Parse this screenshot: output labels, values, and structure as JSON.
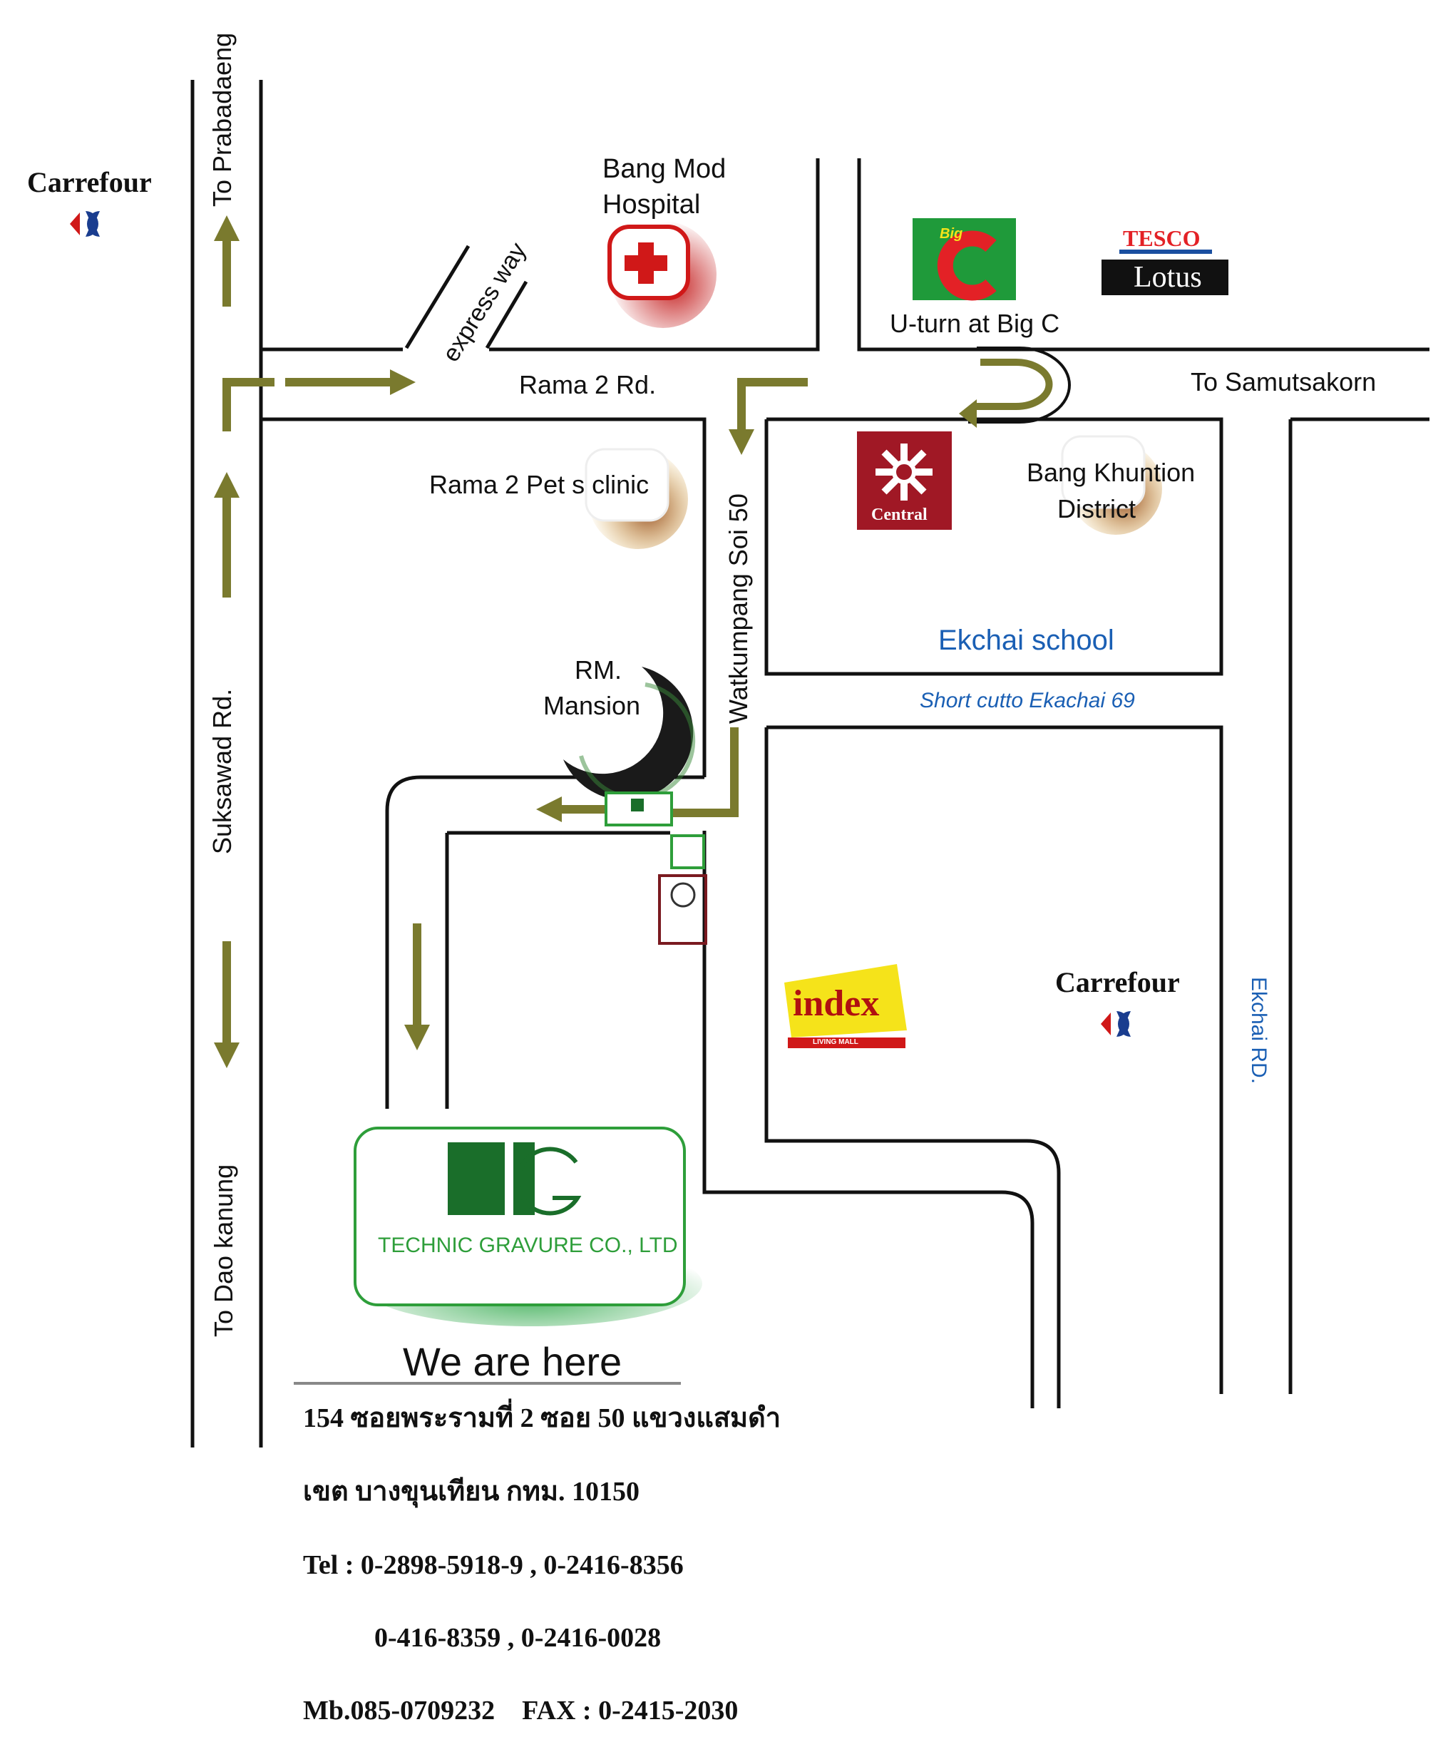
{
  "roads": {
    "rama2": "Rama 2 Rd.",
    "suksawad": "Suksawad Rd.",
    "watkumpang": "Watkumpang Soi 50",
    "ekchai_rd": "Ekchai RD.",
    "expressway": "express way",
    "shortcut": "Short cutto Ekachai 69"
  },
  "directions": {
    "to_prabadaeng": "To Prabadaeng",
    "to_samutsakorn": "To Samutsakorn",
    "to_daokanung": "To Dao kanung",
    "uturn": "U-turn at Big C"
  },
  "places": {
    "hospital_line1": "Bang Mod",
    "hospital_line2": "Hospital",
    "pet_clinic": "Rama 2 Pet s clinic",
    "mansion_line1": "RM.",
    "mansion_line2": "Mansion",
    "district_line1": "Bang Khuntion",
    "district_line2": "District",
    "school": "Ekchai school"
  },
  "logos": {
    "carrefour": "Carrefour",
    "tesco": "TESCO",
    "lotus": "Lotus",
    "bigc": "Big",
    "central": "Central",
    "index": "index",
    "index_sub": "LIVING MALL",
    "tg_mark": "TG",
    "company": "TECHNIC GRAVURE CO., LTD"
  },
  "we_are_here": "We are here",
  "address": {
    "line1": "154 ซอยพระรามที่ 2 ซอย 50 แขวงแสมดำ",
    "line2": "เขต บางขุนเทียน กทม. 10150",
    "line3": "Tel : 0-2898-5918-9 , 0-2416-8356",
    "line4": "0-416-8359 , 0-2416-0028",
    "line5": "Mb.085-0709232    FAX : 0-2415-2030"
  },
  "colors": {
    "road": "#111111",
    "arrow": "#7a7a2e",
    "hospital_red": "#d01818",
    "bigc_green": "#1f9a3a",
    "central_red": "#a01825",
    "index_yellow": "#f5e31a",
    "company_green": "#2e9e3a",
    "label_blue": "#1a5fb4"
  }
}
